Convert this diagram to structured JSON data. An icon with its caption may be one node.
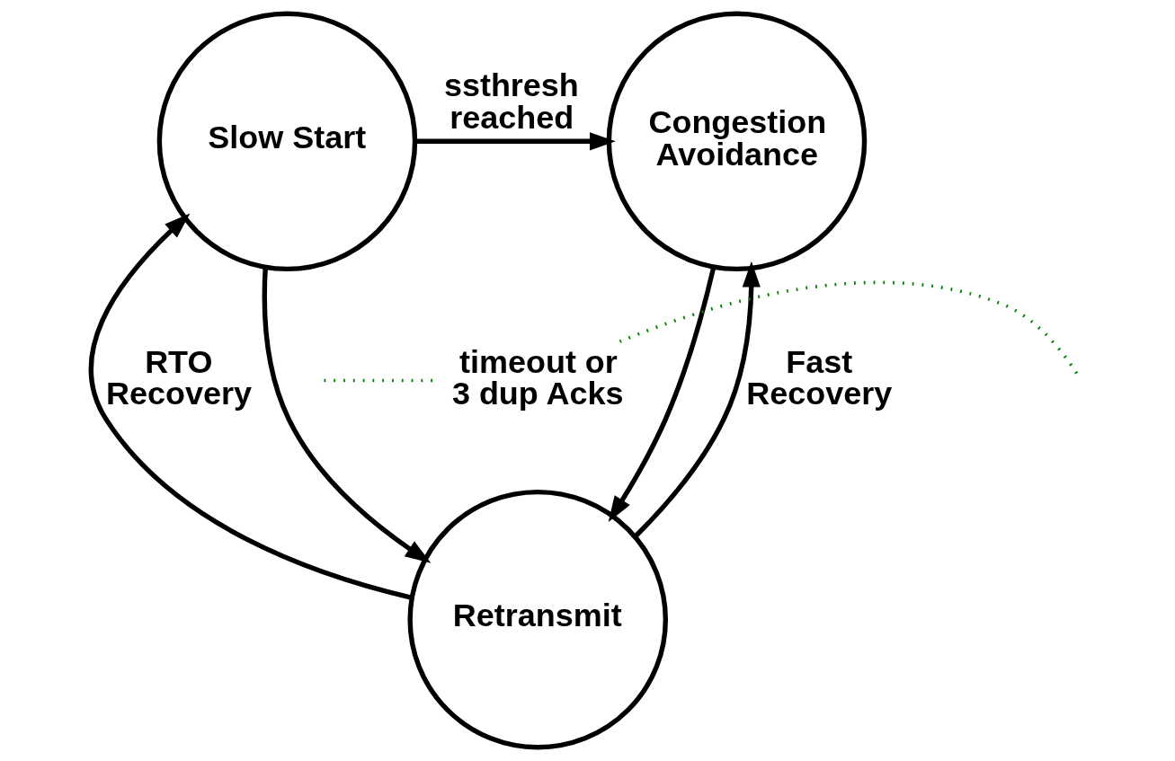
{
  "diagram": {
    "nodes": [
      {
        "text": [
          "Slow Start"
        ]
      },
      {
        "text": [
          "Congestion Avoidance"
        ]
      },
      {
        "text": [
          "Retransmit"
        ]
      },
      {
        "text": [
          "timeout or 3 dup Acks"
        ]
      }
    ],
    "edges": [
      {
        "from": 0,
        "to": 1,
        "arrow": "to",
        "label": "ssthresh reached"
      },
      {
        "from": 0,
        "to": 2,
        "arrow": "to"
      },
      {
        "from": 2,
        "to": 0,
        "arrow": "to",
        "label": "RTO Recovery"
      },
      {
        "from": 1,
        "to": 2,
        "arrow": "to"
      },
      {
        "from": 2,
        "to": 1,
        "arrow": "to",
        "label": "Fast Recovery"
      },
      {
        "from": 3,
        "to": null,
        "arrow": "none",
        "style": "dashed",
        "color": "#008000"
      },
      {
        "from": 3,
        "to": null,
        "arrow": "none",
        "style": "dashed",
        "color": "#008000"
      }
    ]
  }
}
